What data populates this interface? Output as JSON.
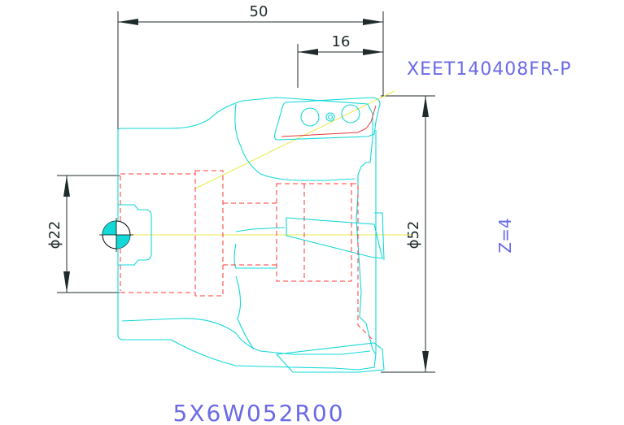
{
  "drawing": {
    "dim_length": "50",
    "dim_offset": "16",
    "dim_diameter_bore": "ϕ22",
    "dim_diameter_cutter": "ϕ52",
    "insert_code": "XEET140408FR-P",
    "teeth_count": "Z=4",
    "part_number": "5X6W052R00"
  },
  "colors": {
    "outline": "#13d8d8",
    "hidden_line": "#ff3a3a",
    "dimension": "#1f2a2a",
    "annotation": "#6a6ae6",
    "construction": "#e8e84a"
  }
}
